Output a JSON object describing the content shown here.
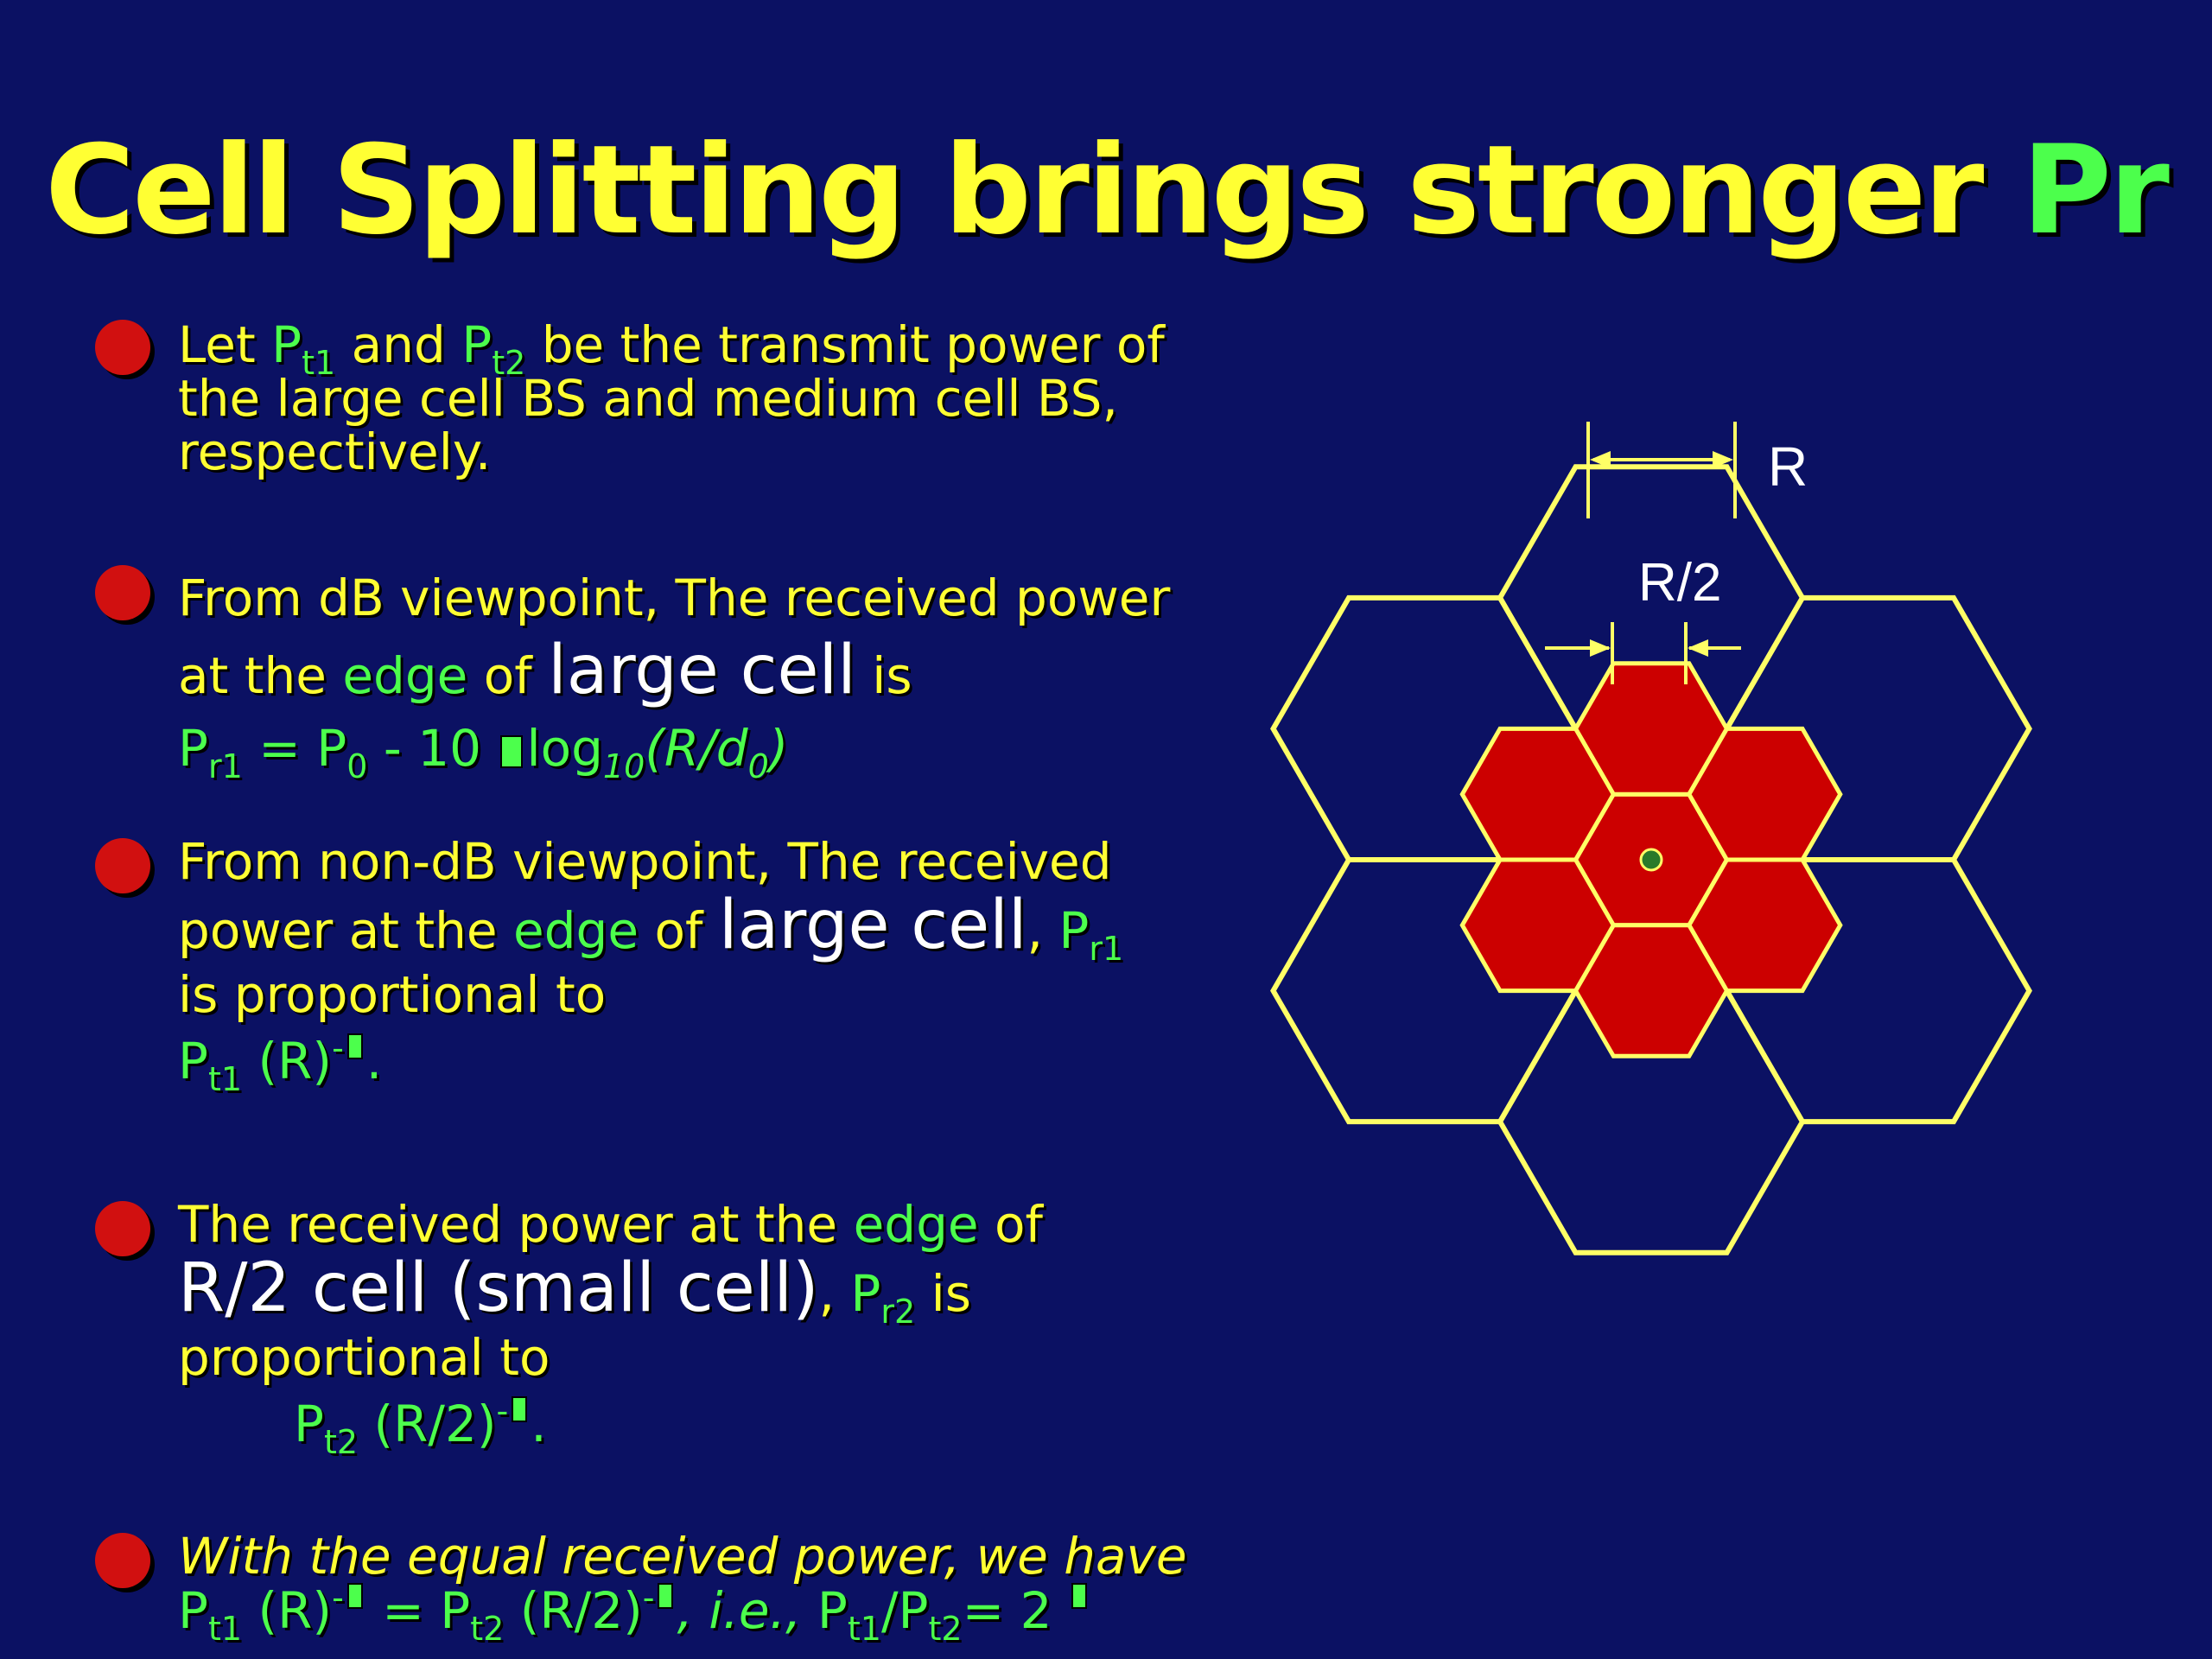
{
  "slide": {
    "title_main": "Cell Splitting brings stronger ",
    "title_highlight": "Pr",
    "b1": {
      "l1a": "Let ",
      "p": "P",
      "t1": "t1",
      "and": " and ",
      "t2": "t2",
      "l1b": " be the transmit power of",
      "l2": "the large cell BS and medium cell BS,",
      "l3": "respectively."
    },
    "b2": {
      "l1": "From dB viewpoint, The received power",
      "at": "at the ",
      "edge": "edge",
      "of": " of ",
      "large": "large cell",
      "is": " is",
      "p": "P",
      "r1": "r1",
      "eq": " = P",
      "zero": "0",
      "minus": " - 10 ",
      "log": "log",
      "ten": "10",
      "paren": "(R/d",
      "d0": "0",
      "close": ")"
    },
    "b3": {
      "l1": "From non-dB viewpoint, The received",
      "pw": "power at the ",
      "edge": "edge",
      "of": " of ",
      "large": "large cell",
      "comma": ",",
      "p": "P",
      "r1": "r1",
      "prop": "is proportional to",
      "t1": "t1",
      "expr": " (R)",
      "neg": "-",
      "dot": "."
    },
    "b4": {
      "l1": "The received power at the ",
      "edge": "edge",
      "of": " of",
      "small": "R/2 cell (small cell)",
      "comma": ",",
      "p": "P",
      "r2": "r2",
      "is": " is",
      "prop": "proportional to",
      "t2": "t2",
      "expr": " (R/2)",
      "neg": "-",
      "dot": "."
    },
    "b5": {
      "l1": "With the equal received power, we have",
      "p": "P",
      "t1": "t1",
      "e1": " (R)",
      "neg": "-",
      "eq": " = P",
      "t2": "t2",
      "e2": " (R/2)",
      "ie": ", i.e., ",
      "slash": "/P",
      "two": "= 2 "
    }
  },
  "diagram": {
    "label_R": "R",
    "label_R2": "R/2",
    "colors": {
      "outline": "#ffff66",
      "small_fill": "#cc0000",
      "center_dot": "#2a7a2a"
    }
  },
  "colors": {
    "background": "#0b1163",
    "text": "#ffff33",
    "accent": "#4cff4c",
    "bullet": "#d11010"
  }
}
